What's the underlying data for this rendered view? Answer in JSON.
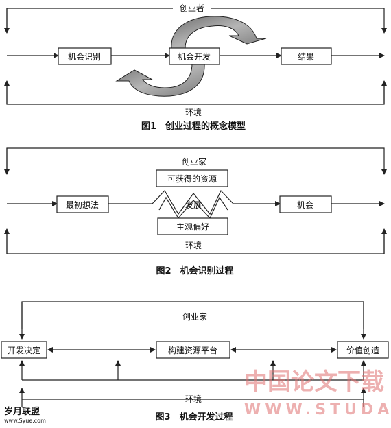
{
  "figure1": {
    "top_label": "创业者",
    "bottom_label": "环境",
    "boxes": [
      "机会识别",
      "机会开发",
      "结果"
    ],
    "caption": "图1　创业过程的概念模型"
  },
  "figure2": {
    "top_label": "创业家",
    "bottom_label": "环境",
    "boxes": [
      "最初想法",
      "可获得的资源",
      "发展",
      "主观偏好",
      "机会"
    ],
    "caption": "图2　机会识别过程"
  },
  "figure3": {
    "top_label": "创业家",
    "bottom_label": "环境",
    "boxes": [
      "开发决定",
      "构建资源平台",
      "价值创造"
    ],
    "caption": "图3　机会开发过程"
  },
  "watermark": {
    "text": "中国论文下载",
    "url": "WWW.STUDA."
  },
  "logo": {
    "text": "岁月联盟",
    "url": "www.Syue.com"
  },
  "colors": {
    "line": "#222222",
    "watermark": "#e8a0a0",
    "loop_fill": "#9a9a9a"
  }
}
